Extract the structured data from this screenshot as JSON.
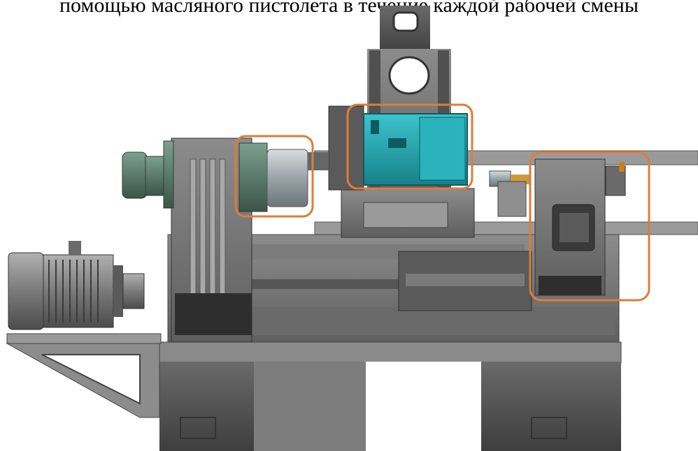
{
  "caption": "помощью масляного пистолета в течение каждой рабочей смены",
  "highlight_color": "#e07b39",
  "colors": {
    "machine_gray": "#6f6f6f",
    "machine_dark": "#4a4a4a",
    "turret_teal": "#1fa3ad",
    "motor_gray": "#8a8a8a",
    "spindle_green": "#5b7c6e"
  },
  "highlights": [
    "spindle-cylinder",
    "turret-head",
    "tailstock"
  ]
}
